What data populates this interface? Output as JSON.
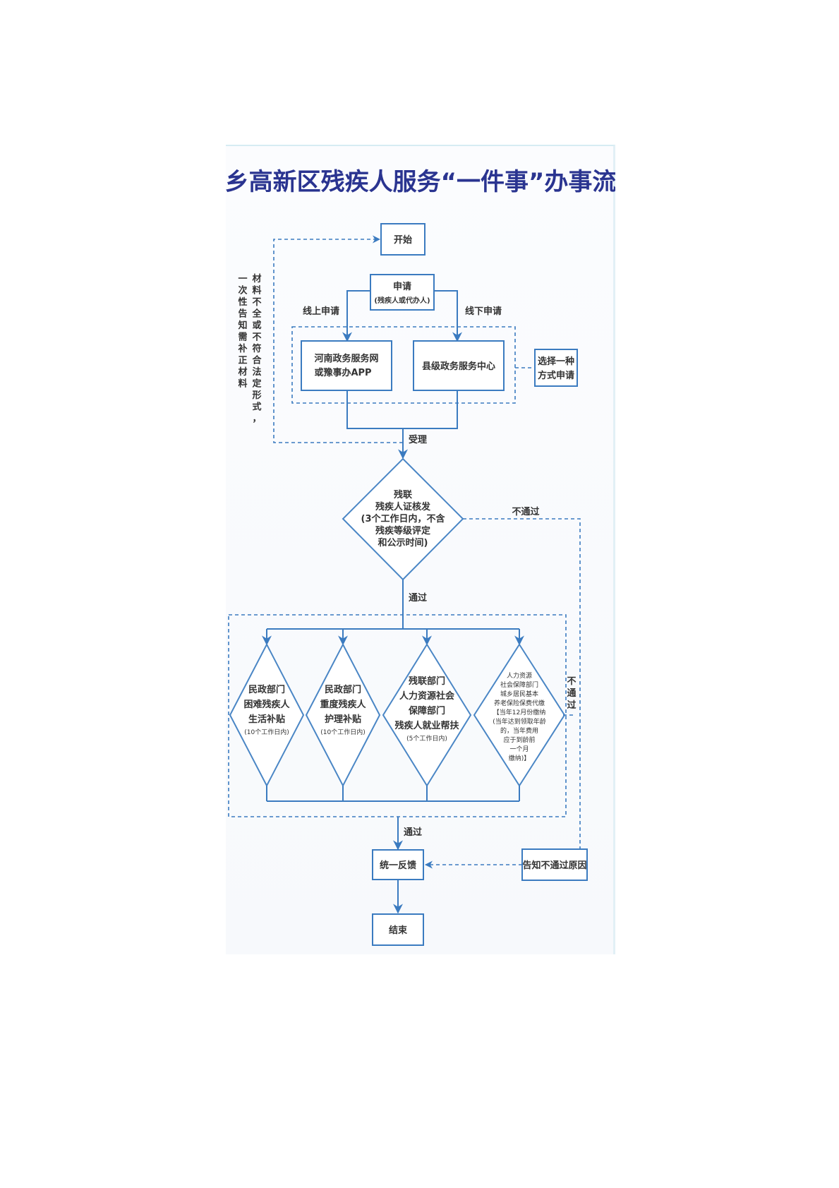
{
  "title": "新乡高新区残疾人服务“一件事”办事流程",
  "colors": {
    "title": "#2a3490",
    "line": "#3b7bc0",
    "text": "#333333"
  },
  "nodes": {
    "start": "开始",
    "apply": {
      "line1": "申请",
      "line2": "(残疾人或代办人)"
    },
    "online_channel": {
      "line1": "河南政务服务网",
      "line2": "或豫事办APP"
    },
    "offline_channel": "县级政务服务中心",
    "choose_one": {
      "line1": "选择一种",
      "line2": "方式申请"
    },
    "review": {
      "lines": [
        "残联",
        "残疾人证核发",
        "(3个工作日内，不含",
        "残疾等级评定",
        "和公示时间)"
      ]
    },
    "branches": [
      {
        "lines": [
          "民政部门",
          "困难残疾人",
          "生活补贴"
        ],
        "note": "(10个工作日内)"
      },
      {
        "lines": [
          "民政部门",
          "重度残疾人",
          "护理补贴"
        ],
        "note": "(10个工作日内)"
      },
      {
        "lines": [
          "残联部门",
          "人力资源社会",
          "保障部门",
          "残疾人就业帮扶"
        ],
        "note": "(5个工作日内)"
      },
      {
        "lines": [
          "人力资源",
          "社会保障部门",
          "城乡居民基本",
          "养老保险保费代缴",
          "【当年12月份缴纳",
          "(当年达到领取年龄",
          "的，当年费用",
          "应于到龄前",
          "一个月",
          "缴纳)】"
        ]
      }
    ],
    "feedback": "统一反馈",
    "notify_fail": "告知不通过原因",
    "end": "结束"
  },
  "edge_labels": {
    "online": "线上申请",
    "offline": "线下申请",
    "accept": "受理",
    "pass1": "通过",
    "fail1": "不通过",
    "pass2": "通过",
    "fail2": [
      "不",
      "通",
      "过"
    ],
    "supplement_col1": [
      "材",
      "料",
      "不",
      "全",
      "或",
      "不",
      "符",
      "合",
      "法",
      "定",
      "形",
      "式",
      "，"
    ],
    "supplement_col2": [
      "一",
      "次",
      "性",
      "告",
      "知",
      "需",
      "补",
      "正",
      "材",
      "料"
    ]
  }
}
